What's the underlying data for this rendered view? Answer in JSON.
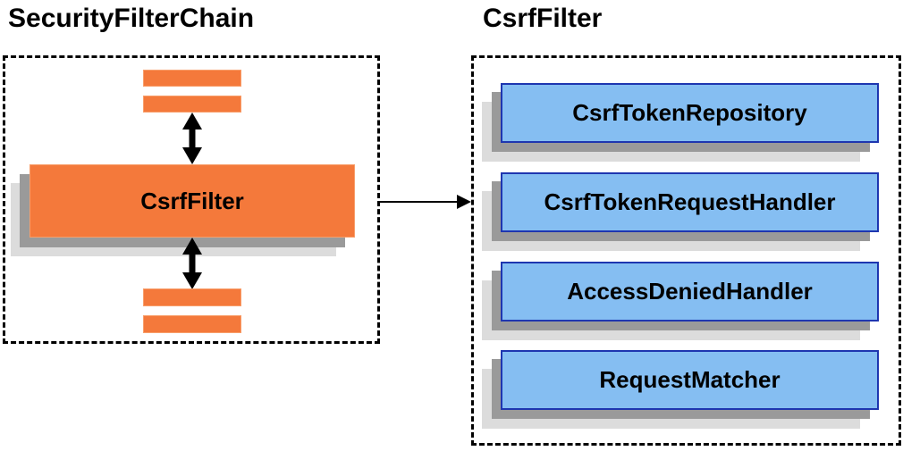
{
  "left": {
    "title": "SecurityFilterChain",
    "center_box_label": "CsrfFilter"
  },
  "right": {
    "title": "CsrfFilter",
    "items": [
      "CsrfTokenRepository",
      "CsrfTokenRequestHandler",
      "AccessDeniedHandler",
      "RequestMatcher"
    ]
  },
  "colors": {
    "orange": "#F4793B",
    "orange_border": "#F89E6A",
    "blue_fill": "#85BEF2",
    "blue_border": "#1E36B0",
    "shadow_dark": "#9A9A9A",
    "shadow_light": "#DCDCDC",
    "arrow": "#000000",
    "text": "#000000"
  }
}
